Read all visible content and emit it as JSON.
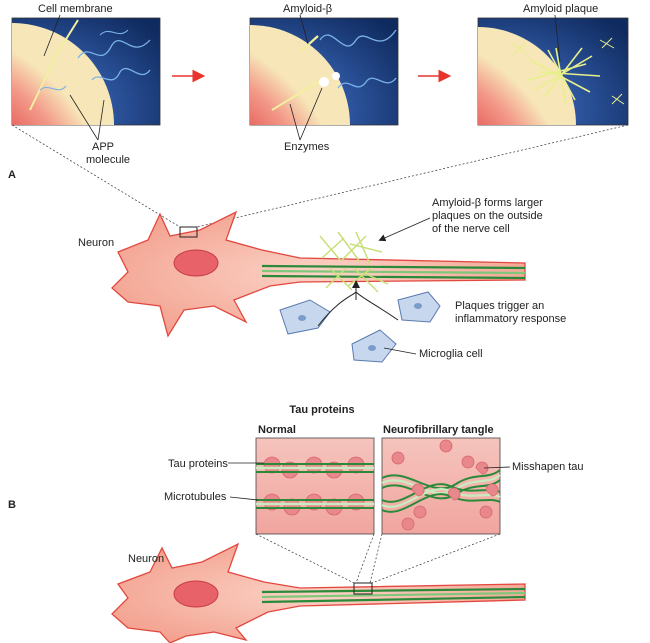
{
  "panel_a": {
    "letter": "A",
    "box1": {
      "label_top": "Cell membrane",
      "label_bottom_1": "APP",
      "label_bottom_2": "molecule"
    },
    "box2": {
      "label_top": "Amyloid-β",
      "label_bottom": "Enzymes"
    },
    "box3": {
      "label_top": "Amyloid plaque"
    },
    "neuron_label": "Neuron",
    "plaque_note": [
      "Amyloid-β forms larger",
      "plaques on the outside",
      "of the nerve cell"
    ],
    "inflam_note": [
      "Plaques trigger an",
      "inflammatory response"
    ],
    "microglia_label": "Microglia cell"
  },
  "panel_b": {
    "letter": "B",
    "title": "Tau proteins",
    "normal_title": "Normal",
    "tangle_title": "Neurofibrillary tangle",
    "tau_label": "Tau proteins",
    "microtubule_label": "Microtubules",
    "misshapen_label": "Misshapen tau",
    "neuron_label": "Neuron"
  },
  "colors": {
    "membrane_red": "#e2483f",
    "cell_pink": "#f7b7a7",
    "cell_body": "#f8c4b5",
    "nucleus": "#e8626a",
    "dark_blue": "#1c3a74",
    "light_blue": "#9fc0e6",
    "amyloid_yellow": "#e8f08a",
    "axon_green": "#2a8a3a",
    "arrow_red": "#e8342d",
    "microglia": "#c7d8ee"
  }
}
